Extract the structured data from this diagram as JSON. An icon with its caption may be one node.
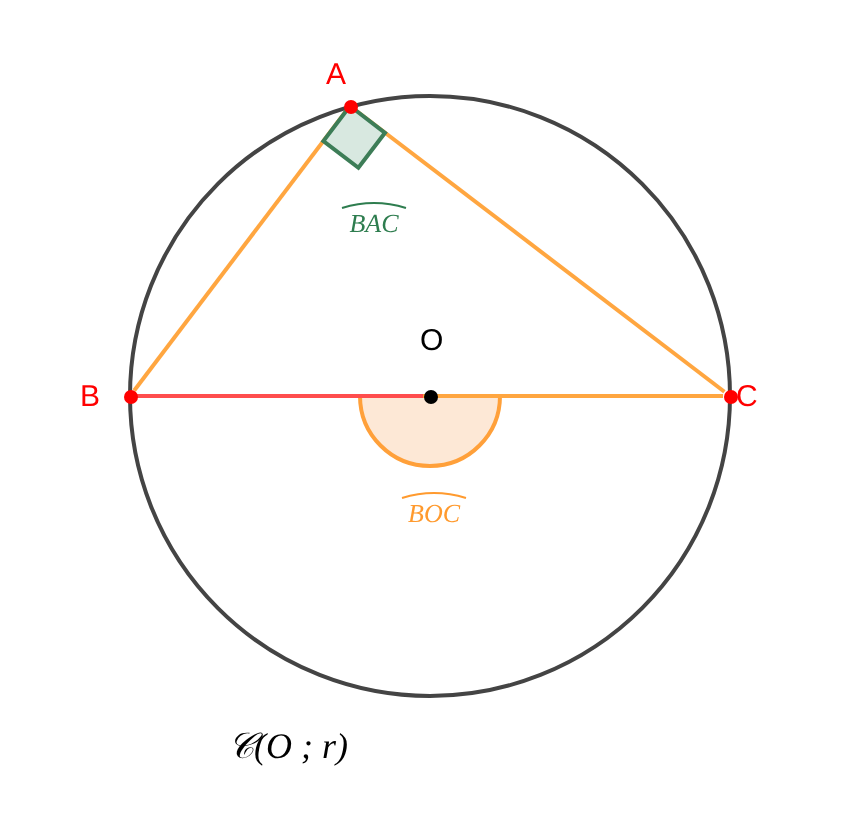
{
  "diagram": {
    "nodes": [
      {
        "text": [],
        "shape": "circle",
        "beside": [
          "A"
        ]
      },
      {
        "text": [],
        "shape": "circle",
        "beside": [
          "B"
        ]
      },
      {
        "text": [],
        "shape": "circle",
        "beside": [
          "C"
        ]
      },
      {
        "text": [],
        "shape": "circle",
        "beside": [
          "O"
        ]
      }
    ],
    "edges": [
      {
        "from": 0,
        "to": 1,
        "arrow": "none"
      },
      {
        "from": 0,
        "to": 2,
        "arrow": "none"
      },
      {
        "from": 1,
        "to": 3,
        "arrow": "none",
        "color": "#ff4d4d"
      },
      {
        "from": 3,
        "to": 2,
        "arrow": "none"
      }
    ],
    "labels": [
      "BAC",
      "BOC",
      "𝒞(O ; r)"
    ]
  }
}
